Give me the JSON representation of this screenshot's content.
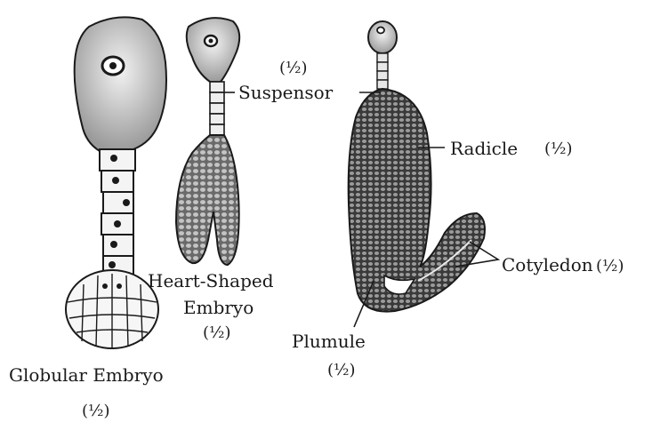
{
  "labels": {
    "suspensor": "Suspensor",
    "radicle": "Radicle",
    "cotyledon": "Cotyledon",
    "plumule": "Plumule",
    "heart_shaped_line1": "Heart-Shaped",
    "heart_shaped_line2": "Embryo",
    "globular": "Globular Embryo"
  },
  "marks": {
    "half": "(½)"
  },
  "colors": {
    "ink": "#1a1a1a",
    "cell_shade": "#cfcfcf",
    "dark_tissue": "#2a2a2a"
  }
}
